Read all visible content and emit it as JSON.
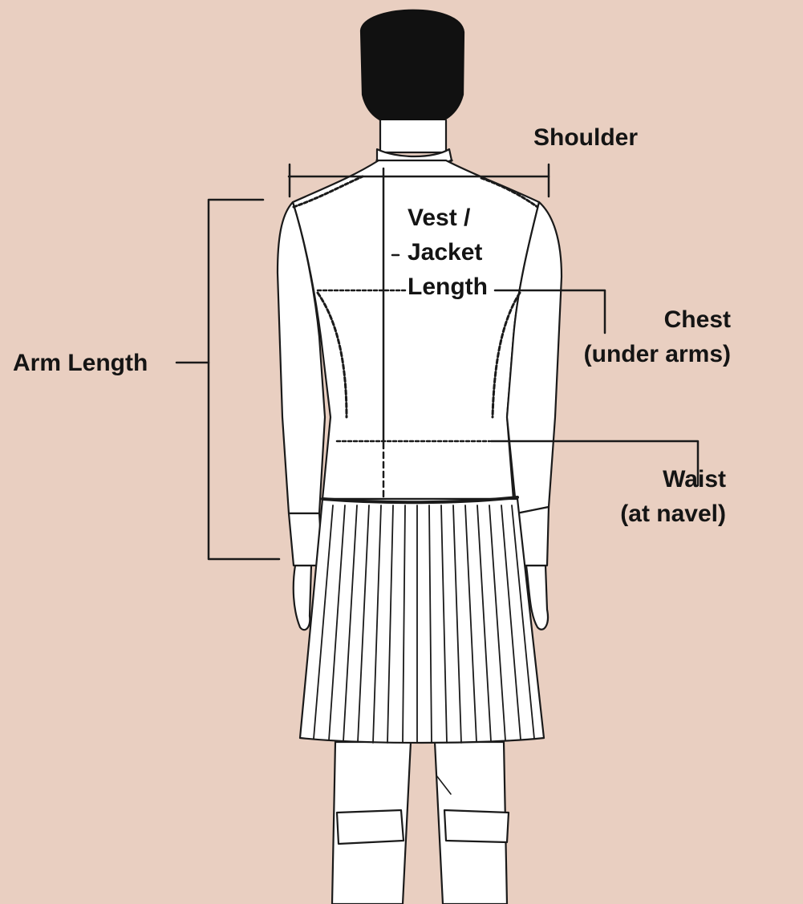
{
  "background_color": "#e9cfc1",
  "figure_description_icon": "kilt-outfit-back-view-icon",
  "labels": {
    "shoulder": [
      "Shoulder"
    ],
    "vest_jacket_length": [
      "Vest /",
      "Jacket",
      "Length"
    ],
    "chest": [
      "Chest",
      "(under arms)"
    ],
    "waist": [
      "Waist",
      "(at navel)"
    ],
    "arm_length": [
      "Arm Length"
    ]
  }
}
